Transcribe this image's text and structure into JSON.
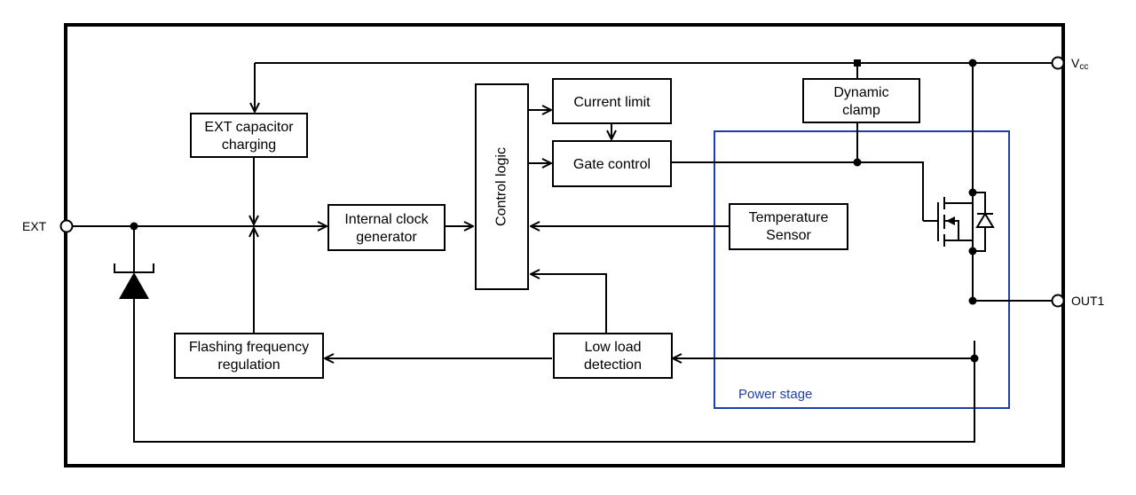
{
  "blocks": {
    "ext_cap_1": "EXT capacitor",
    "ext_cap_2": "charging",
    "current_limit": "Current limit",
    "gate_control": "Gate control",
    "control_logic": "Control logic",
    "dyn_clamp_1": "Dynamic",
    "dyn_clamp_2": "clamp",
    "clock_1": "Internal clock",
    "clock_2": "generator",
    "temp_1": "Temperature",
    "temp_2": "Sensor",
    "flash_1": "Flashing frequency",
    "flash_2": "regulation",
    "lowload_1": "Low load",
    "lowload_2": "detection",
    "power_stage": "Power stage"
  },
  "pins": {
    "ext": "EXT",
    "vcc_main": "V",
    "vcc_sub": "cc",
    "out1": "OUT1"
  }
}
